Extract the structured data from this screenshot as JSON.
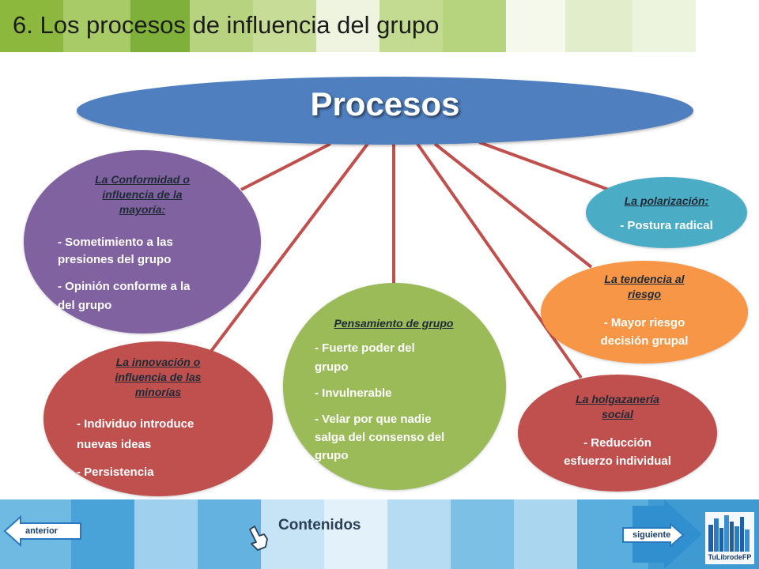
{
  "header": {
    "title": "6. Los procesos de influencia del grupo"
  },
  "center": {
    "label": "Procesos"
  },
  "bubbles": {
    "conformidad": {
      "title": [
        "La Conformidad o",
        "influencia de la",
        "mayoría:"
      ],
      "items": [
        "- Sometimiento a las",
        "presiones del grupo",
        "- Opinión conforme a la",
        "del grupo"
      ],
      "color": "#8062a1"
    },
    "innovacion": {
      "title": [
        "La innovación o",
        "influencia de las",
        "minorías"
      ],
      "items": [
        "- Individuo introduce",
        "nuevas ideas",
        "- Persistencia"
      ],
      "color": "#c0504d"
    },
    "pensamiento": {
      "title": [
        "Pensamiento de grupo"
      ],
      "items": [
        "- Fuerte poder del",
        "grupo",
        "- Invulnerable",
        "- Velar por que nadie",
        "salga del consenso del",
        "grupo"
      ],
      "color": "#9bbb59"
    },
    "holgazaneria": {
      "title": [
        "La holgazanería",
        "social"
      ],
      "items": [
        "- Reducción",
        "esfuerzo individual"
      ],
      "color": "#c0504d"
    },
    "tendencia": {
      "title": [
        "La tendencia al",
        "riesgo"
      ],
      "items": [
        "- Mayor riesgo",
        "decisión grupal"
      ],
      "color": "#f79646"
    },
    "polarizacion": {
      "title": [
        "La polarización:"
      ],
      "items": [
        "- Postura radical"
      ],
      "color": "#4bacc6"
    }
  },
  "footer": {
    "prev_label": "anterior",
    "contents_label": "Contenidos",
    "next_label": "siguiente",
    "logo_text": "TuLibrodeFP"
  },
  "colors": {
    "connector": "#c0504d",
    "main_ellipse": "#4f7fbe",
    "header_green": "#8cb83e",
    "footer_blue": "#4aa3d8"
  },
  "icons": [
    "hand-pointer-icon",
    "left-arrow-icon",
    "right-arrow-icon",
    "books-logo-icon"
  ]
}
